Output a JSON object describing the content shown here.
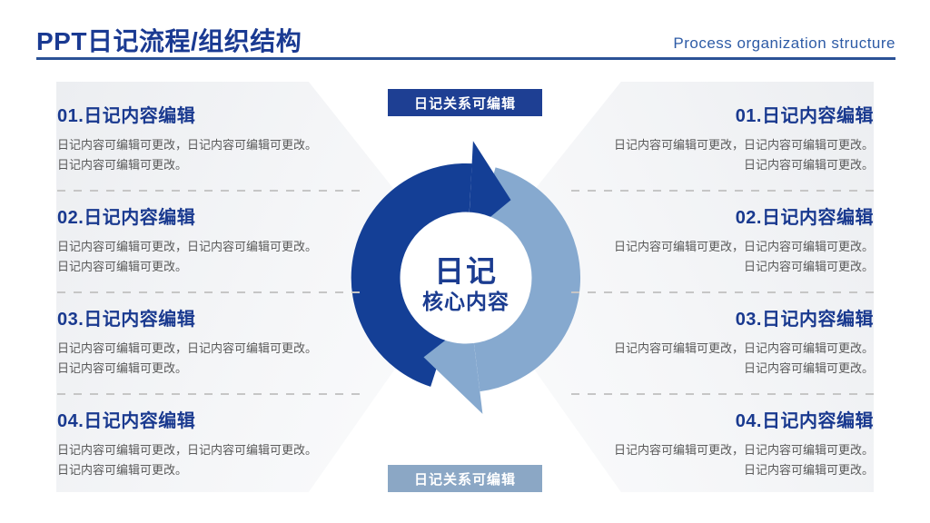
{
  "header": {
    "title": "PPT日记流程/组织结构",
    "subtitle": "Process organization structure"
  },
  "badges": {
    "top": "日记关系可编辑",
    "bottom": "日记关系可编辑"
  },
  "center": {
    "line1": "日记",
    "line2": "核心内容"
  },
  "items_left": [
    {
      "title": "01.日记内容编辑",
      "body1": "日记内容可编辑可更改，日记内容可编辑可更改。",
      "body2": "日记内容可编辑可更改。"
    },
    {
      "title": "02.日记内容编辑",
      "body1": "日记内容可编辑可更改，日记内容可编辑可更改。",
      "body2": "日记内容可编辑可更改。"
    },
    {
      "title": "03.日记内容编辑",
      "body1": "日记内容可编辑可更改，日记内容可编辑可更改。",
      "body2": "日记内容可编辑可更改。"
    },
    {
      "title": "04.日记内容编辑",
      "body1": "日记内容可编辑可更改，日记内容可编辑可更改。",
      "body2": "日记内容可编辑可更改。"
    }
  ],
  "items_right": [
    {
      "title": "01.日记内容编辑",
      "body1": "日记内容可编辑可更改，日记内容可编辑可更改。",
      "body2": "日记内容可编辑可更改。"
    },
    {
      "title": "02.日记内容编辑",
      "body1": "日记内容可编辑可更改，日记内容可编辑可更改。",
      "body2": "日记内容可编辑可更改。"
    },
    {
      "title": "03.日记内容编辑",
      "body1": "日记内容可编辑可更改，日记内容可编辑可更改。",
      "body2": "日记内容可编辑可更改。"
    },
    {
      "title": "04.日记内容编辑",
      "body1": "日记内容可编辑可更改，日记内容可编辑可更改。",
      "body2": "日记内容可编辑可更改。"
    }
  ],
  "colors": {
    "navy": "#19398f",
    "dark_arc": "#143f96",
    "light_arc": "#86a9cf",
    "badge_top_bg": "#1e3f93",
    "badge_bottom_bg": "#8ba7c5",
    "subtitle_blue": "#2d5ba6",
    "body_gray": "#595959"
  }
}
